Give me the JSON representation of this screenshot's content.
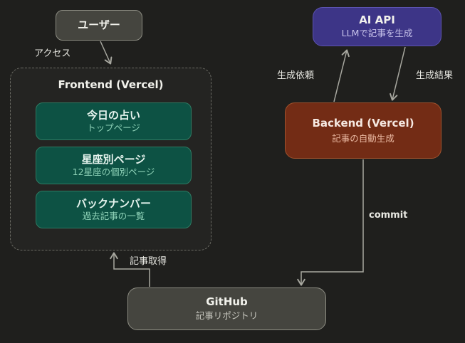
{
  "diagram": {
    "nodes": {
      "user": {
        "title": "ユーザー"
      },
      "frontend": {
        "title": "Frontend (Vercel)",
        "pages": [
          {
            "title": "今日の占い",
            "subtitle": "トップページ"
          },
          {
            "title": "星座別ページ",
            "subtitle": "12星座の個別ページ"
          },
          {
            "title": "バックナンバー",
            "subtitle": "過去記事の一覧"
          }
        ]
      },
      "ai_api": {
        "title": "AI API",
        "subtitle": "LLMで記事を生成"
      },
      "backend": {
        "title": "Backend (Vercel)",
        "subtitle": "記事の自動生成"
      },
      "github": {
        "title": "GitHub",
        "subtitle": "記事リポジトリ"
      }
    },
    "edge_labels": {
      "access": "アクセス",
      "generate_request": "生成依頼",
      "generate_result": "生成結果",
      "commit": "commit",
      "fetch_articles": "記事取得"
    },
    "colors": {
      "background": "#1f1f1d",
      "neutral_node_fill": "#45453f",
      "neutral_node_border": "#8c8c82",
      "frontend_page_fill": "#0d5244",
      "frontend_page_border": "#2e7a62",
      "frontend_page_subtext": "#8fd3b8",
      "ai_api_fill": "#3d3587",
      "ai_api_subtext": "#c7c2ea",
      "backend_fill": "#732c15",
      "backend_subtext": "#eab9a2",
      "arrow": "#a8a8a0"
    }
  }
}
